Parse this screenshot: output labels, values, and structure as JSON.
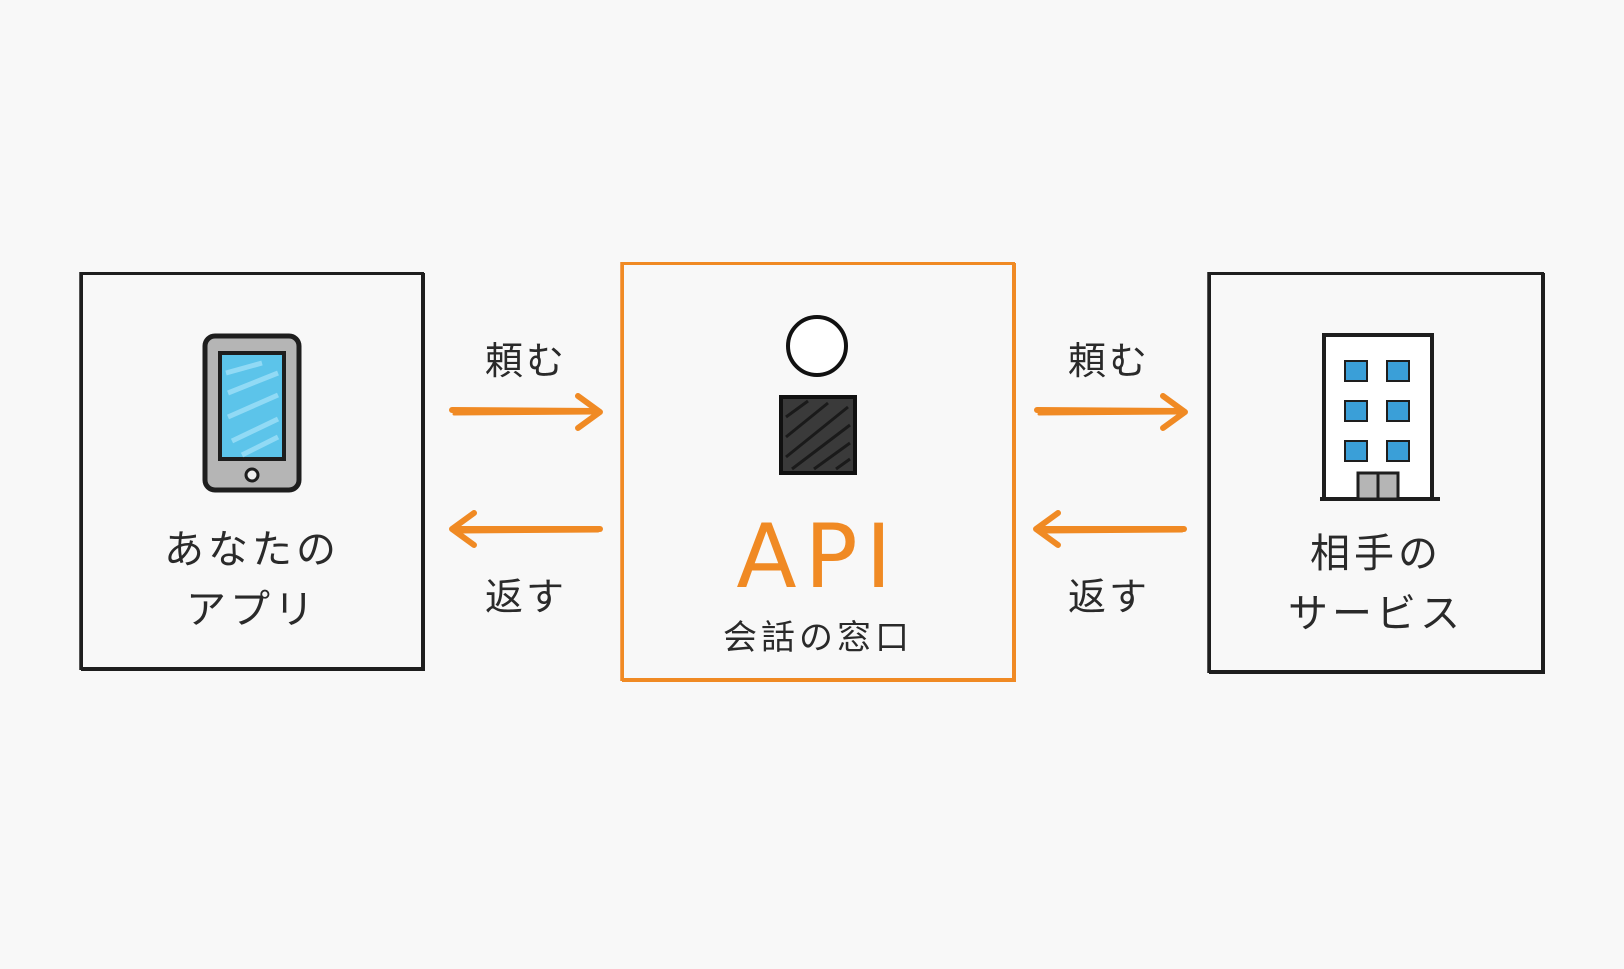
{
  "colors": {
    "accent": "#f08a24",
    "ink": "#1e1e1e",
    "screen": "#5cc4ea",
    "window": "#3a9fd8"
  },
  "nodes": {
    "app": {
      "icon": "smartphone-icon",
      "label_line1": "あなたの",
      "label_line2": "アプリ"
    },
    "api": {
      "icon": "person-icon",
      "title": "API",
      "subtitle": "会話の窓口"
    },
    "service": {
      "icon": "building-icon",
      "label_line1": "相手の",
      "label_line2": "サービス"
    }
  },
  "edges": {
    "app_to_api": "頼む",
    "api_to_app": "返す",
    "api_to_service": "頼む",
    "service_to_api": "返す"
  }
}
